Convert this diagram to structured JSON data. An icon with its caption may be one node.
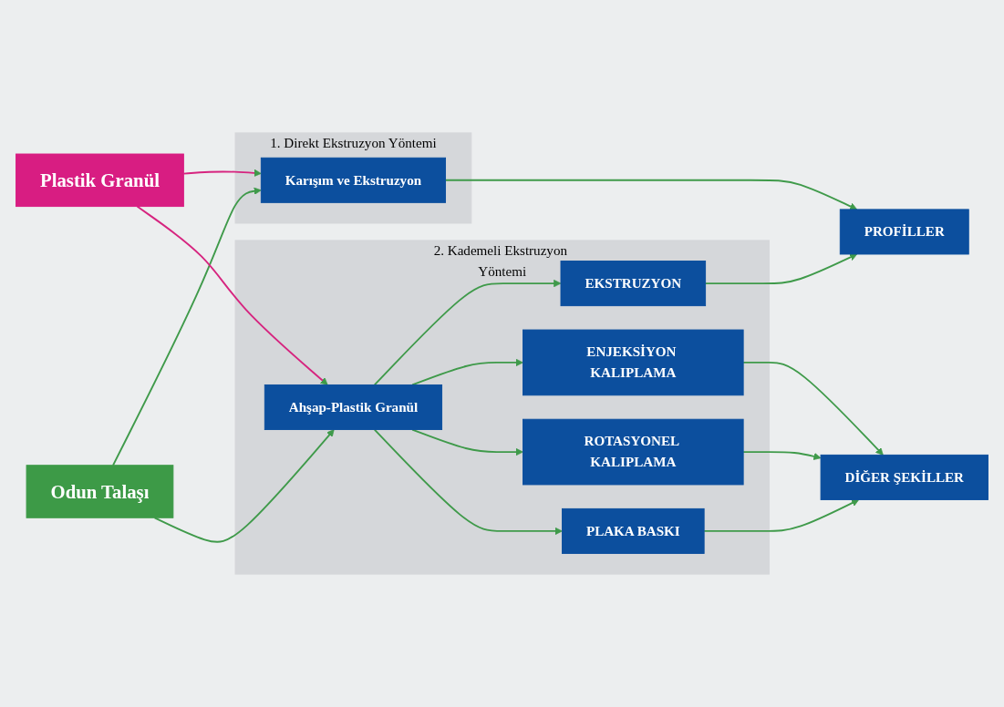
{
  "diagram": {
    "nodes": [
      {
        "text": [
          "Plastik Granül"
        ]
      },
      {
        "text": [
          "Odun Talaşı"
        ]
      },
      {
        "text": [
          "1. Direkt Ekstruzyon Yöntemi"
        ]
      },
      {
        "text": [
          "Karışım ve Ekstruzyon"
        ],
        "in": 2
      },
      {
        "text": [
          "2. Kademeli Ekstruzyon Yöntemi"
        ]
      },
      {
        "text": [
          "Ahşap-Plastik Granül"
        ],
        "in": 4
      },
      {
        "text": [
          "EKSTRUZYON"
        ],
        "in": 4
      },
      {
        "text": [
          "ENJEKSİYON KALIPLAMA"
        ],
        "in": 4
      },
      {
        "text": [
          "ROTASYONEL KALIPLAMA"
        ],
        "in": 4
      },
      {
        "text": [
          "PLAKA BASKI"
        ],
        "in": 4
      },
      {
        "text": [
          "PROFİLLER"
        ]
      },
      {
        "text": [
          "DİĞER ŞEKİLLER"
        ]
      }
    ],
    "edges": [
      {
        "from": 1,
        "to": 3,
        "arrow": "to"
      },
      {
        "from": 0,
        "to": 3,
        "arrow": "to",
        "color": "#d6247f"
      },
      {
        "from": 0,
        "to": 5,
        "arrow": "to",
        "color": "#d6247f"
      },
      {
        "from": 1,
        "to": 5,
        "arrow": "to"
      },
      {
        "from": 3,
        "to": 10,
        "arrow": "to"
      },
      {
        "from": 5,
        "to": 6,
        "arrow": "to"
      },
      {
        "from": 5,
        "to": 7,
        "arrow": "to"
      },
      {
        "from": 5,
        "to": 8,
        "arrow": "to"
      },
      {
        "from": 5,
        "to": 9,
        "arrow": "to"
      },
      {
        "from": 6,
        "to": 10,
        "arrow": "to"
      },
      {
        "from": 7,
        "to": 11,
        "arrow": "to"
      },
      {
        "from": 8,
        "to": 11,
        "arrow": "to"
      },
      {
        "from": 9,
        "to": 11,
        "arrow": "to"
      }
    ]
  }
}
